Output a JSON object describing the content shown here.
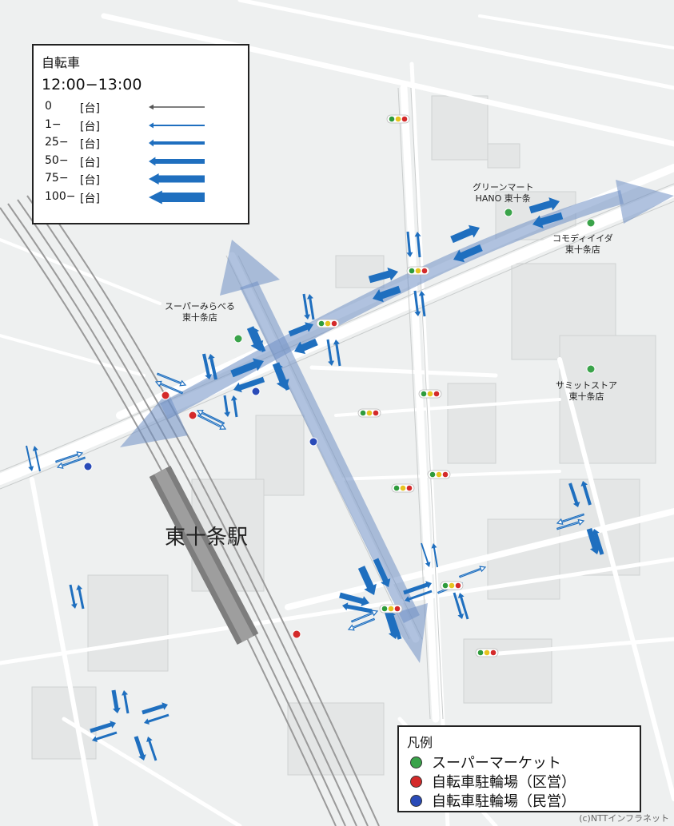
{
  "flow_legend": {
    "title": "自転車",
    "time": "12:00−13:00",
    "rows": [
      {
        "value": "0",
        "unit": "[台]",
        "color": "#555555"
      },
      {
        "value": "1−",
        "unit": "[台]",
        "color": "#1f6fbf"
      },
      {
        "value": "25−",
        "unit": "[台]",
        "color": "#1f6fbf"
      },
      {
        "value": "50−",
        "unit": "[台]",
        "color": "#1f6fbf"
      },
      {
        "value": "75−",
        "unit": "[台]",
        "color": "#1f6fbf"
      },
      {
        "value": "100−",
        "unit": "[台]",
        "color": "#1f6fbf"
      }
    ]
  },
  "legend": {
    "title": "凡例",
    "items": [
      {
        "label": "スーパーマーケット",
        "color": "#3aa34a"
      },
      {
        "label": "自転車駐輪場（区営）",
        "color": "#d42a2a"
      },
      {
        "label": "自転車駐輪場（民営）",
        "color": "#2a4bb8"
      }
    ]
  },
  "places": {
    "green_mart": "グリーンマート\nHANO 東十条",
    "commodity_iida": "コモディイイダ\n東十条店",
    "super_mirabelle": "スーパーみらべる\n東十条店",
    "summit_store": "サミットストア\n東十条店",
    "station": "東十条駅"
  },
  "copyright": "(c)NTTインフラネット",
  "colors": {
    "arrow_blue": "#1f6fbf",
    "route_blue": "#6f8fc4",
    "road": "#ffffff",
    "block": "#e9eaea",
    "railway": "#8a8a8a",
    "supermarket": "#3aa34a",
    "parking_public": "#d42a2a",
    "parking_private": "#2a4bb8"
  }
}
